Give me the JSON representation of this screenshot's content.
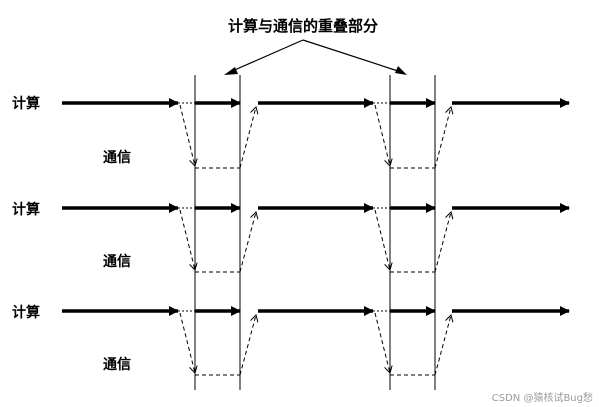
{
  "diagram": {
    "title": "计算与通信的重叠部分",
    "rows": [
      {
        "compute_label": "计算",
        "comm_label": "通信"
      },
      {
        "compute_label": "计算",
        "comm_label": "通信"
      },
      {
        "compute_label": "计算",
        "comm_label": "通信"
      }
    ],
    "watermark": "CSDN @猿核试Bug愁"
  }
}
